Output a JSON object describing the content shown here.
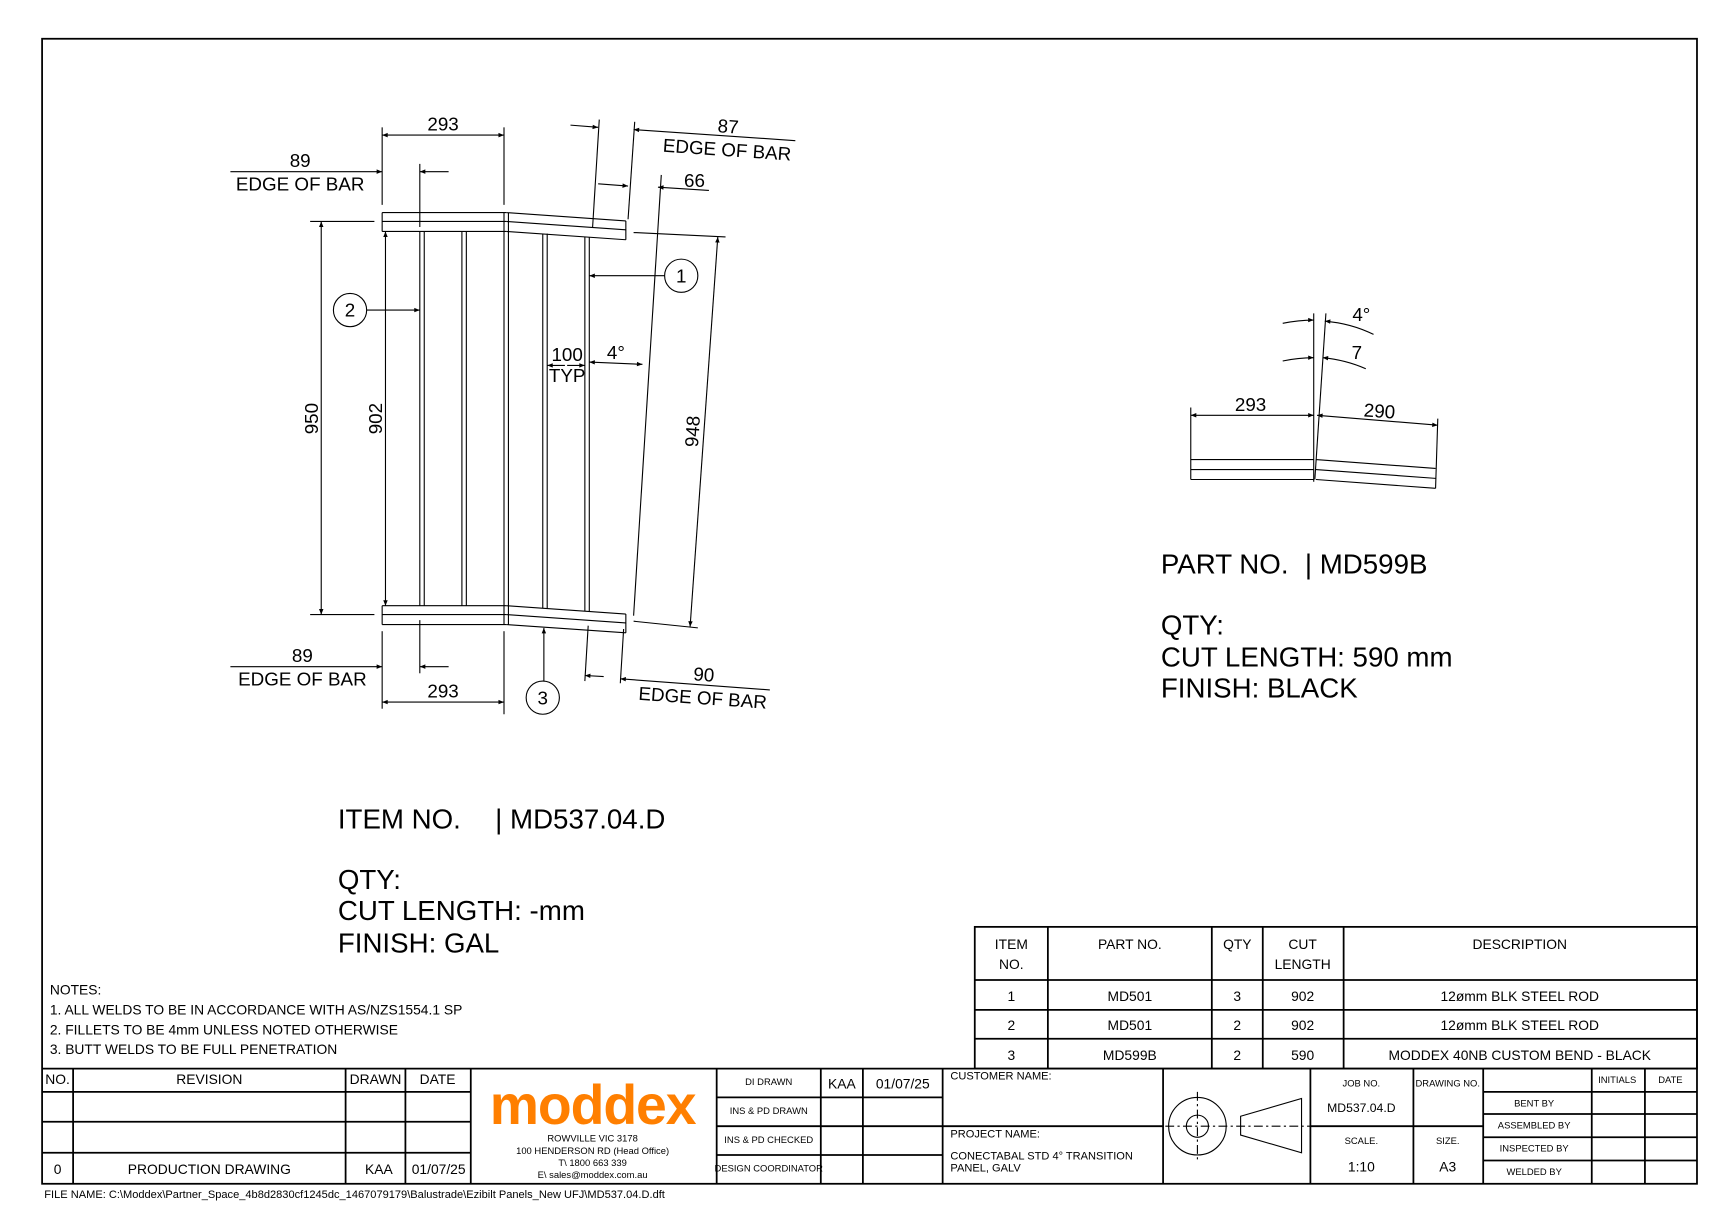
{
  "colors": {
    "brand": "#ff7f00",
    "ink": "#000000"
  },
  "main_view": {
    "top_width": "293",
    "top_edge_left_value": "89",
    "edge_of_bar": "EDGE OF BAR",
    "top_edge_right_value": "87",
    "offset_66": "66",
    "height_950": "950",
    "height_902": "902",
    "height_948": "948",
    "spacing": "100",
    "spacing_typ": "TYP",
    "angle": "4°",
    "bottom_edge_left_value": "89",
    "bottom_width": "293",
    "bottom_edge_right_value": "90",
    "callouts": [
      "1",
      "2",
      "3"
    ]
  },
  "item": {
    "item_no_label": "ITEM NO.",
    "item_no": "| MD537.04.D",
    "qty": "QTY:",
    "cut_length": "CUT LENGTH: -mm",
    "finish": "FINISH: GAL"
  },
  "detail_view": {
    "angle": "4°",
    "offset": "7",
    "left_length": "293",
    "right_length": "290"
  },
  "part": {
    "part_no_label": "PART NO.",
    "part_no": "| MD599B",
    "qty": "QTY:",
    "cut_length": "CUT LENGTH: 590 mm",
    "finish": "FINISH: BLACK"
  },
  "notes": {
    "title": "NOTES:",
    "items": [
      "1. ALL WELDS TO BE IN ACCORDANCE WITH AS/NZS1554.1 SP",
      "2. FILLETS TO BE 4mm UNLESS NOTED OTHERWISE",
      "3. BUTT WELDS TO BE FULL PENETRATION"
    ]
  },
  "bom": {
    "headers": [
      "ITEM",
      "NO.",
      "PART NO.",
      "QTY",
      "CUT",
      "LENGTH",
      "DESCRIPTION"
    ],
    "rows": [
      {
        "item": "1",
        "part": "MD501",
        "qty": "3",
        "cut": "902",
        "desc": "12ømm BLK STEEL ROD"
      },
      {
        "item": "2",
        "part": "MD501",
        "qty": "2",
        "cut": "902",
        "desc": "12ømm BLK STEEL ROD"
      },
      {
        "item": "3",
        "part": "MD599B",
        "qty": "2",
        "cut": "590",
        "desc": "MODDEX 40NB CUSTOM BEND - BLACK"
      }
    ]
  },
  "revisions": {
    "headers": [
      "NO.",
      "REVISION",
      "DRAWN",
      "DATE"
    ],
    "rows": [
      {
        "no": "0",
        "revision": "PRODUCTION DRAWING",
        "drawn": "KAA",
        "date": "01/07/25"
      }
    ]
  },
  "company": {
    "logo": "moddex",
    "address": [
      "ROWVILLE VIC 3178",
      "100 HENDERSON RD (Head Office)",
      "T\\ 1800 663 339",
      "E\\ sales@moddex.com.au"
    ]
  },
  "signoff": {
    "di_drawn": "DI DRAWN",
    "di_drawn_by": "KAA",
    "di_drawn_date": "01/07/25",
    "ins_pd_drawn": "INS & PD DRAWN",
    "ins_pd_checked": "INS & PD CHECKED",
    "design_coordinator": "DESIGN COORDINATOR"
  },
  "project": {
    "customer_label": "CUSTOMER NAME:",
    "project_label": "PROJECT NAME:",
    "project_line1": "CONECTABAL STD 4° TRANSITION",
    "project_line2": "PANEL, GALV",
    "job_no_label": "JOB NO.",
    "job_no": "MD537.04.D",
    "drawing_no_label": "DRAWING NO.",
    "scale_label": "SCALE.",
    "scale": "1:10",
    "size_label": "SIZE.",
    "size": "A3"
  },
  "inspection": {
    "initials": "INITIALS",
    "date": "DATE",
    "rows": [
      "BENT BY",
      "ASSEMBLED BY",
      "INSPECTED BY",
      "WELDED BY"
    ]
  },
  "file_name": "FILE NAME: C:\\Moddex\\Partner_Space_4b8d2830cf1245dc_1467079179\\Balustrade\\Ezibilt Panels_New UFJ\\MD537.04.D.dft"
}
